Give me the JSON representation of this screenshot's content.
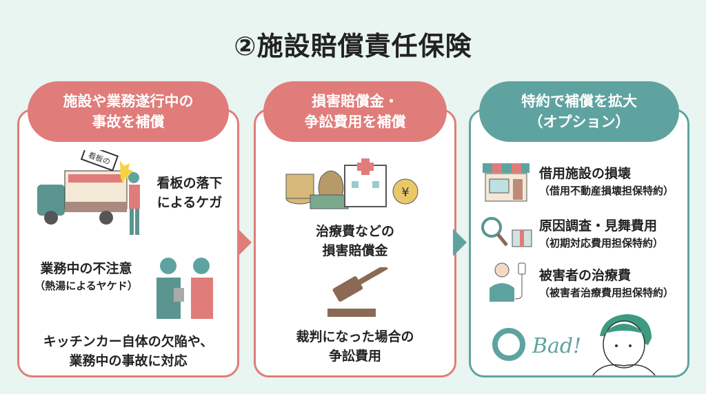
{
  "title": "②施設賠償責任保険",
  "columns": [
    {
      "header": [
        "施設や業務遂行中の",
        "事故を補償"
      ],
      "sign_text": "看板の",
      "items": [
        {
          "line1": "看板の落下",
          "line2": "によるケガ"
        },
        {
          "line1": "業務中の不注意",
          "line2": "（熱湯によるヤケド）"
        }
      ],
      "footer": [
        "キッチンカー自体の欠陥や、",
        "業務中の事故に対応"
      ]
    },
    {
      "header": [
        "損害賠償金・",
        "争訟費用を補償"
      ],
      "items": [
        {
          "line1": "治療費などの",
          "line2": "損害賠償金"
        },
        {
          "line1": "裁判になった場合の",
          "line2": "争訟費用"
        }
      ],
      "yen": "¥"
    },
    {
      "header": [
        "特約で補償を拡大",
        "（オプション）"
      ],
      "items": [
        {
          "title": "借用施設の損壊",
          "sub": "（借用不動産損壊担保特約）"
        },
        {
          "title": "原因調査・見舞費用",
          "sub": "（初期対応費用担保特約）"
        },
        {
          "title": "被害者の治療費",
          "sub": "（被害者治療費用担保特約）"
        }
      ],
      "bad": "Bad!"
    }
  ],
  "colors": {
    "pink": "#e07c7a",
    "teal": "#5fa3a0",
    "bg": "#e8f5f0"
  }
}
